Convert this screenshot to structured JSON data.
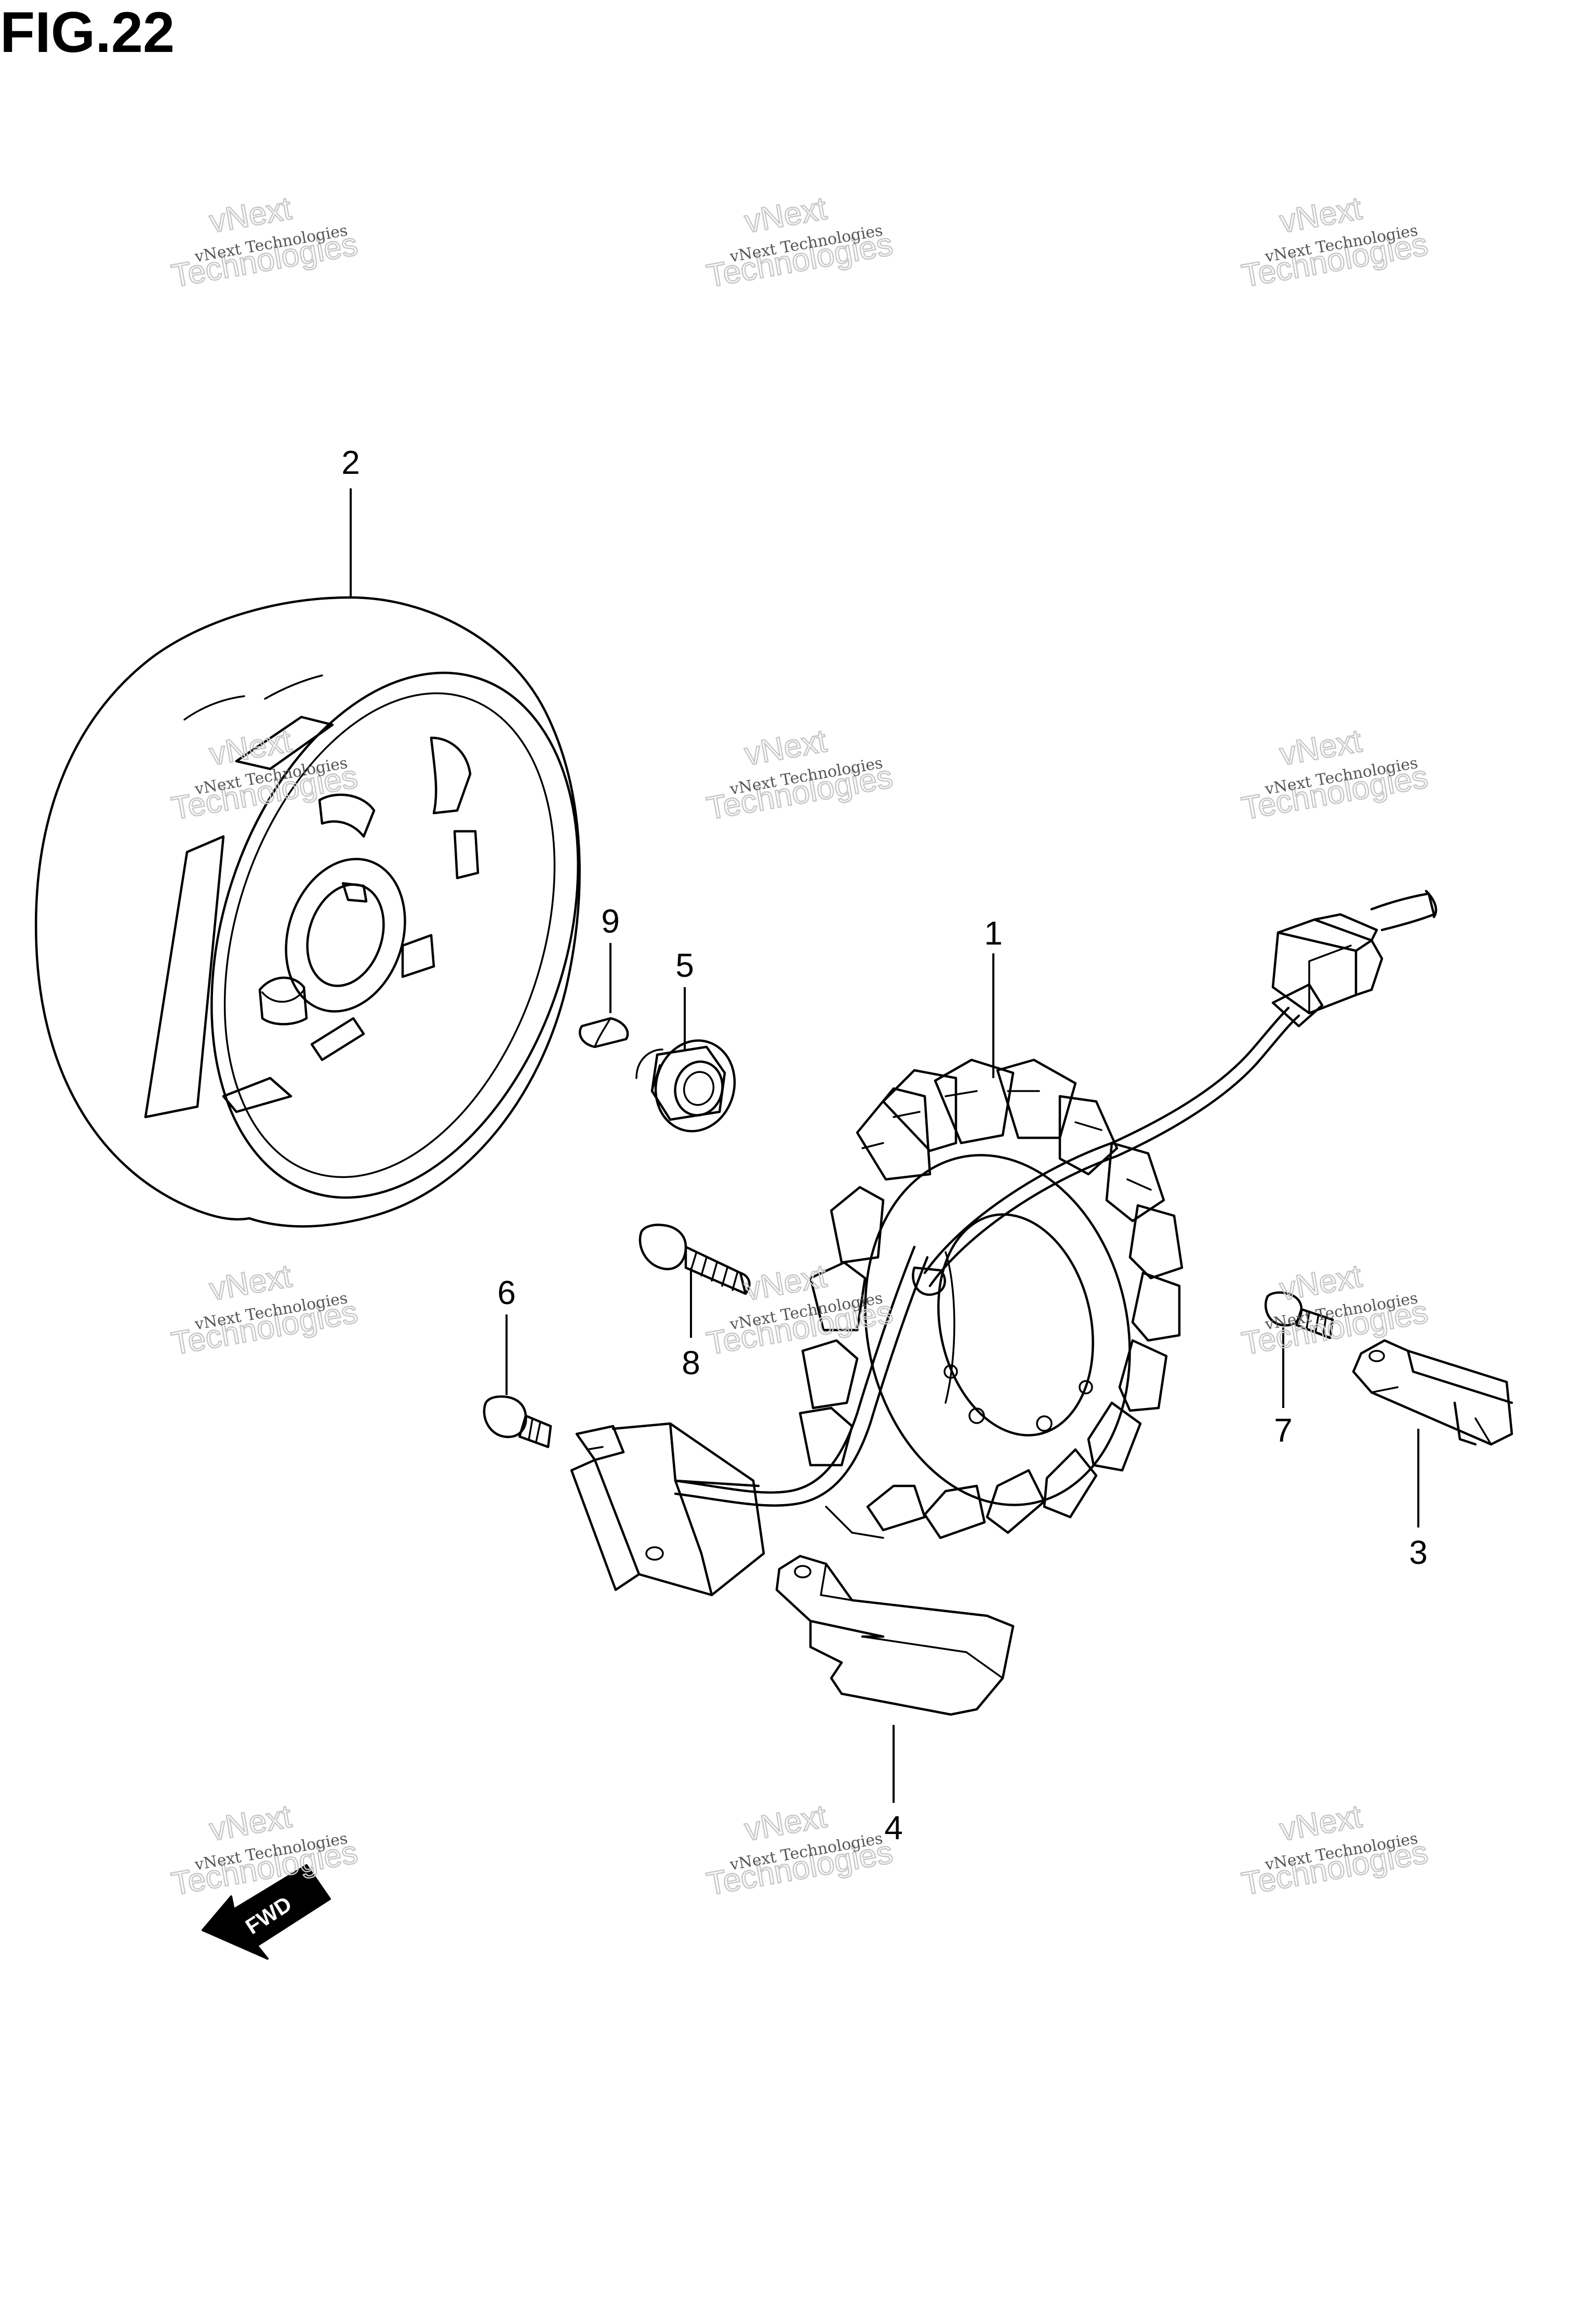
{
  "figure": {
    "title": "FIG.22"
  },
  "callouts": [
    "1",
    "2",
    "3",
    "4",
    "5",
    "6",
    "7",
    "8",
    "9"
  ],
  "direction_marker": {
    "label": "FWD"
  },
  "watermark": {
    "line1": "vNext Technologies",
    "line2": "vNext",
    "line3": "Technologies"
  }
}
